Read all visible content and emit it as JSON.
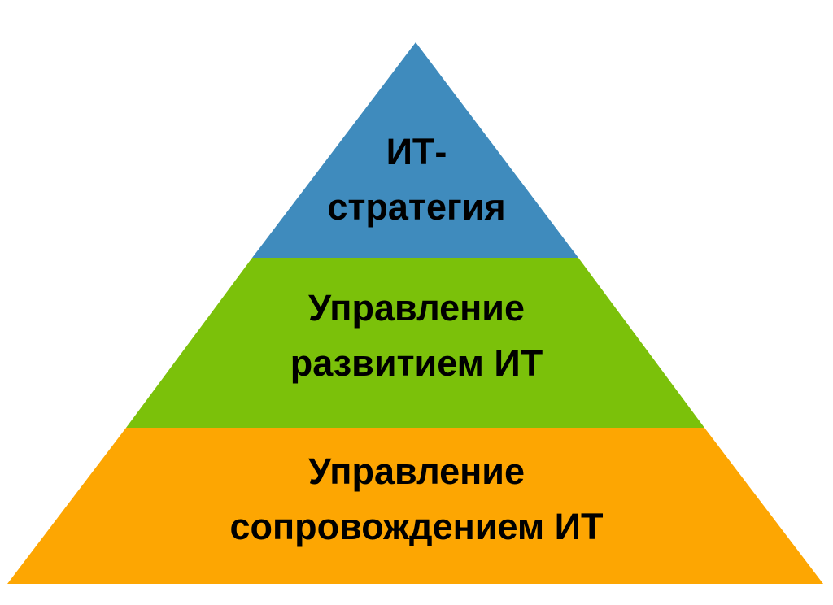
{
  "diagram": {
    "type": "pyramid",
    "background": "#ffffff",
    "levels": [
      {
        "name": "top",
        "lines": [
          "ИТ-",
          "стратегия"
        ],
        "color": "#3f8bbd"
      },
      {
        "name": "middle",
        "lines": [
          "Управление",
          "развитием ИТ"
        ],
        "color": "#7bc10a"
      },
      {
        "name": "bottom",
        "lines": [
          "Управление",
          "сопровождением ИТ"
        ],
        "color": "#fda602"
      }
    ]
  }
}
